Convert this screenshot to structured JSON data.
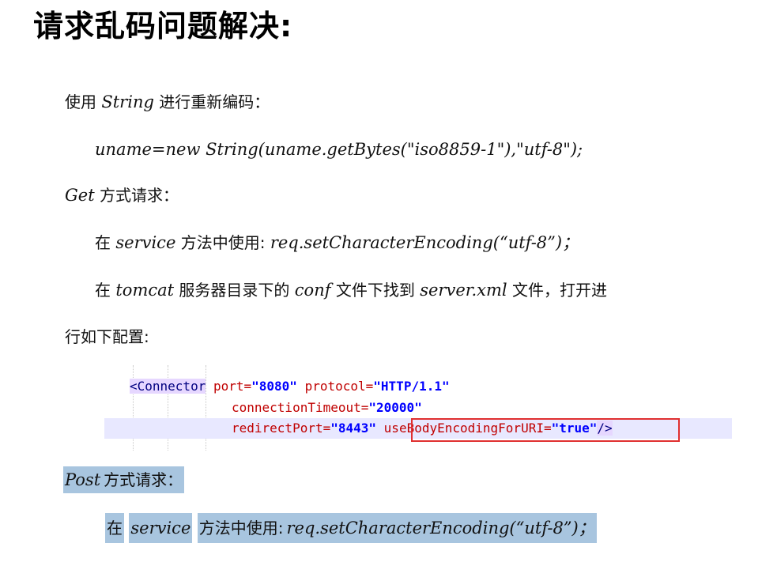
{
  "title": "请求乱码问题解决:",
  "section_string": {
    "prefix": "使用 ",
    "keyword": "String",
    "suffix": " 进行重新编码："
  },
  "code_line_1": "uname=new String(uname.getBytes(\"iso8859-1\"),\"utf-8\");",
  "section_get": {
    "keyword": "Get",
    "suffix": " 方式请求："
  },
  "get_item_1": {
    "prefix": "在 ",
    "service": "service",
    "middle": " 方法中使用: ",
    "call": "req.setCharacterEncoding(“utf-8”)；"
  },
  "get_item_2": {
    "prefix": "在 ",
    "tomcat": "tomcat",
    "middle1": " 服务器目录下的 ",
    "conf": "conf",
    "middle2": " 文件下找到 ",
    "file": "server.xml",
    "suffix": " 文件，打开进"
  },
  "get_item_2_cont": "行如下配置:",
  "xml_snippet": {
    "tag_open": "<Connector",
    "port_attr": "port=",
    "port_val": "\"8080\"",
    "protocol_attr": "protocol=",
    "protocol_val": "\"HTTP/1.1\"",
    "timeout_attr": "connectionTimeout=",
    "timeout_val": "\"20000\"",
    "redirect_attr": "redirectPort=",
    "redirect_val": "\"8443\"",
    "body_attr": "useBodyEncodingForURI=",
    "body_val": "\"true\"",
    "tag_close": "/>"
  },
  "section_post": {
    "keyword": "Post",
    "suffix": " 方式请求："
  },
  "post_item_1": {
    "prefix": "在",
    "service": "service",
    "middle": "方法中使用: ",
    "call": "req.setCharacterEncoding(“utf-8”)；"
  },
  "colors": {
    "highlight": "#a8c5df",
    "box_border": "#e03030",
    "xml_attr": "#c00000",
    "xml_value": "#0000ff"
  }
}
